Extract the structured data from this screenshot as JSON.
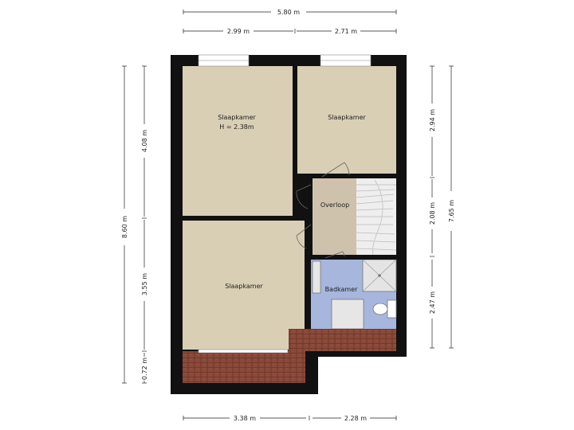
{
  "colors": {
    "wall": "#111111",
    "room_fill": "#d9cfb4",
    "overloop_fill": "#cfc2ac",
    "bath_fill": "#a6b6dc",
    "roof_tile": "#8a4a3a",
    "stairs": "#eeeeee",
    "dim_line": "#222222"
  },
  "dimensions": {
    "top_total": "5.80 m",
    "top_left": "2.99 m",
    "top_right": "2.71 m",
    "bottom_left": "3.38 m",
    "bottom_right": "2.28 m",
    "left_total": "8.60 m",
    "left_upper": "4.08 m",
    "left_middle": "3.55 m",
    "left_lower": "0.72 m",
    "right_total": "7.65 m",
    "right_upper": "2.94 m",
    "right_middle": "2.08 m",
    "right_lower": "2.47 m"
  },
  "rooms": {
    "slaapkamer_1": {
      "name": "Slaapkamer",
      "height": "H = 2.38m"
    },
    "slaapkamer_2": {
      "name": "Slaapkamer"
    },
    "slaapkamer_3": {
      "name": "Slaapkamer"
    },
    "overloop": {
      "name": "Overloop"
    },
    "badkamer": {
      "name": "Badkamer"
    }
  }
}
